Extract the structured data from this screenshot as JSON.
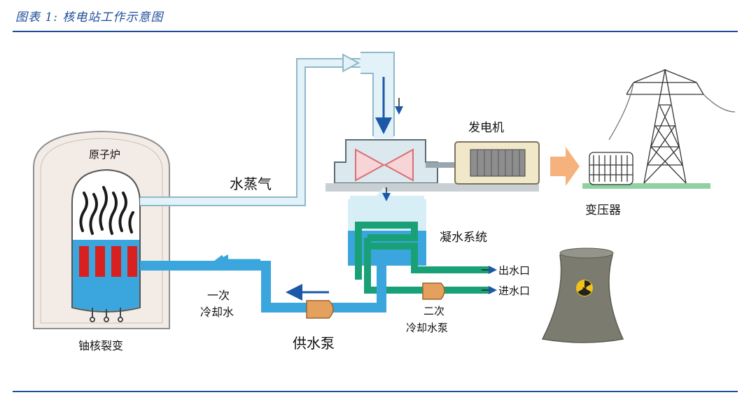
{
  "caption": "图表 1:  核电站工作示意图",
  "labels": {
    "reactor": "原子炉",
    "fission": "铀核裂变",
    "steam": "水蒸气",
    "generator": "发电机",
    "transformer": "变压器",
    "condenser": "凝水系统",
    "water_out": "出水口",
    "water_in": "进水口",
    "primary_coolant_1": "一次",
    "primary_coolant_2": "冷却水",
    "feed_pump": "供水泵",
    "secondary_pump_1": "二次",
    "secondary_pump_2": "冷却水泵"
  },
  "icons": {
    "radiation": "radiation-icon"
  },
  "colors": {
    "accent": "#1f4e9a",
    "water": "#3aa6dd",
    "steam": "#d9eef6",
    "pipe_green": "#19a077",
    "fuel": "#d7201f",
    "pump": "#e3a15d",
    "tower": "#7c7b70",
    "radiation": "#f3c21a"
  }
}
